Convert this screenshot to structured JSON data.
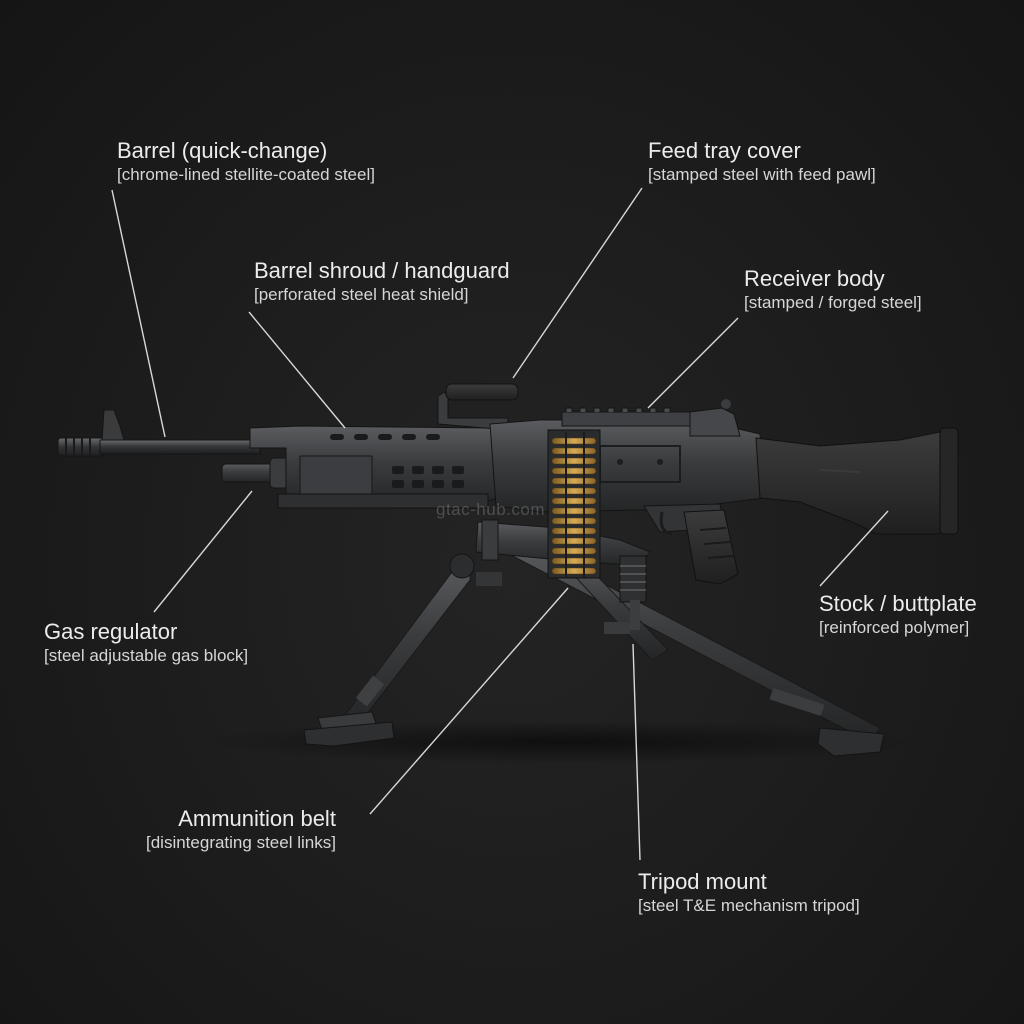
{
  "labels": {
    "barrel": {
      "name": "Barrel (quick-change)",
      "material": "[chrome-lined stellite-coated steel]"
    },
    "feed_tray": {
      "name": "Feed tray cover",
      "material": "[stamped steel with feed pawl]"
    },
    "shroud": {
      "name": "Barrel shroud / handguard",
      "material": "[perforated steel heat shield]"
    },
    "receiver": {
      "name": "Receiver body",
      "material": "[stamped / forged steel]"
    },
    "gas": {
      "name": "Gas regulator",
      "material": "[steel adjustable gas block]"
    },
    "stock": {
      "name": "Stock / buttplate",
      "material": "[reinforced polymer]"
    },
    "ammo": {
      "name": "Ammunition belt",
      "material": "[disintegrating steel links]"
    },
    "tripod": {
      "name": "Tripod mount",
      "material": "[steel T&E mechanism tripod]"
    }
  },
  "watermark": "gtac-hub.com",
  "colors": {
    "background": "#1b1b1b",
    "metal_dark": "#2f3031",
    "metal_mid": "#45474a",
    "polymer": "#2a2a2b",
    "brass": "#b48a3c",
    "leader_line": "#d8d8d8"
  }
}
